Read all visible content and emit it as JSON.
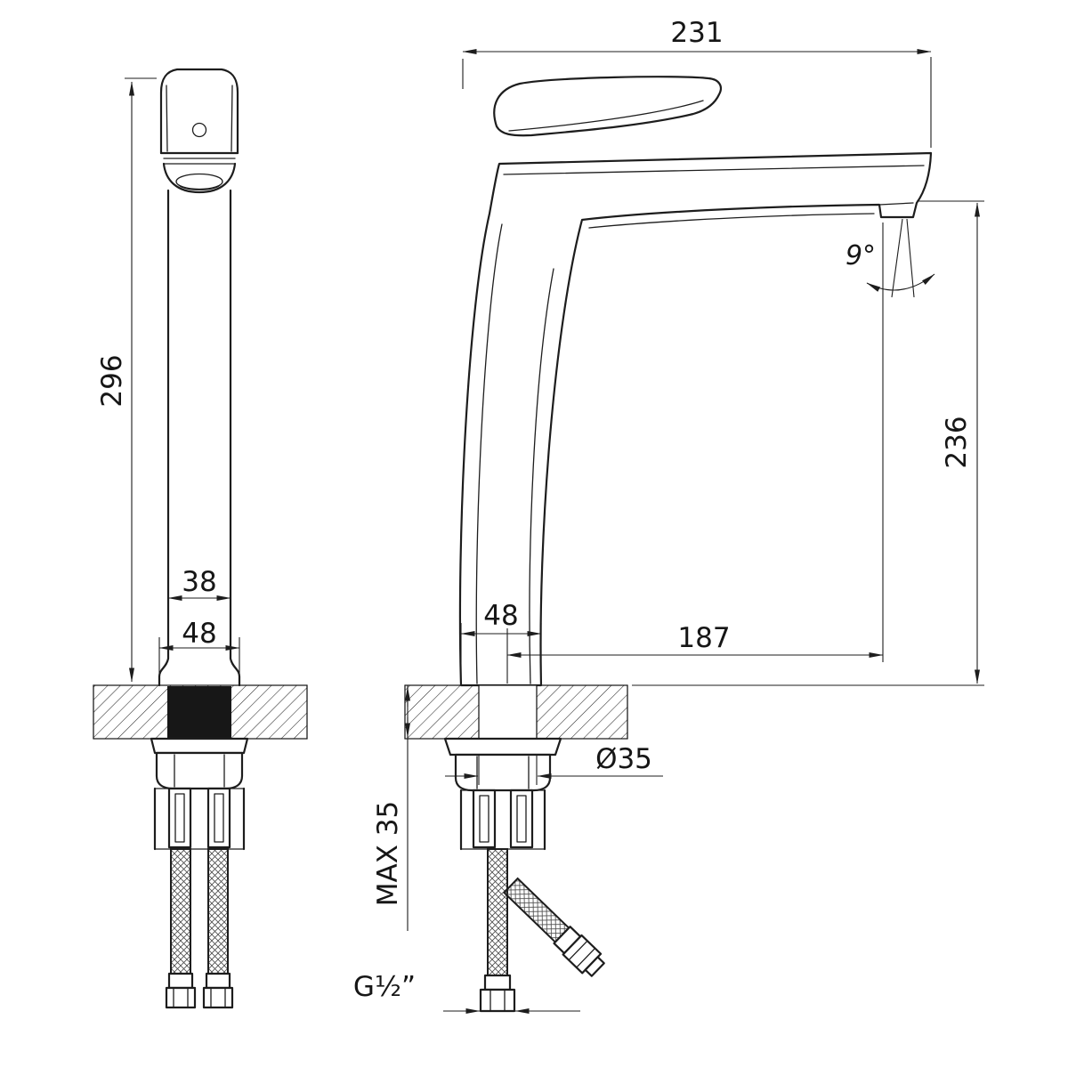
{
  "drawing": {
    "kind": "faucet-dimension-drawing"
  },
  "labels": {
    "total_width": "231",
    "front_height": "296",
    "body_width": "38",
    "front_base_width": "48",
    "side_base_width": "48",
    "spout_reach": "187",
    "spout_height": "236",
    "spout_angle": "9°",
    "hole_diameter": "Ø35",
    "max_mounting_thickness": "MAX 35",
    "thread_size": "G½”"
  },
  "colors": {
    "line": "#1d1d1d",
    "thread_fill": "#171717",
    "background": "#ffffff"
  }
}
